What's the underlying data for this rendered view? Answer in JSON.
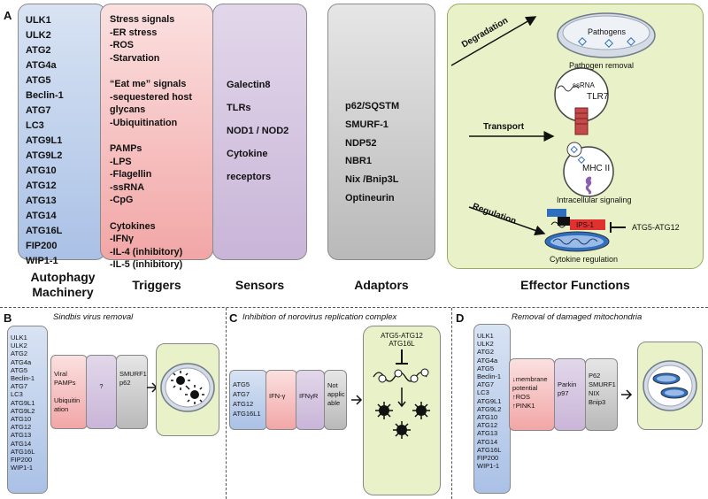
{
  "panels": {
    "A": {
      "letter": "A",
      "autophagy": {
        "items": [
          "ULK1",
          "ULK2",
          "ATG2",
          "ATG4a",
          "ATG5",
          "Beclin-1",
          "ATG7",
          "LC3",
          "ATG9L1",
          "ATG9L2",
          "ATG10",
          "ATG12",
          "ATG13",
          "ATG14",
          "ATG16L",
          "FIP200",
          "WIP1-1"
        ],
        "title_line1": "Autophagy",
        "title_line2": "Machinery"
      },
      "triggers": {
        "text": "Stress signals\n-ER stress\n-ROS\n-Starvation\n\n“Eat me” signals\n-sequestered host\nglycans\n-Ubiquitination\n\nPAMPs\n-LPS\n-Flagellin\n-ssRNA\n-CpG\n\nCytokines\n-IFNγ\n-IL-4 (inhibitory)\n-IL-5 (inhibitory)",
        "title": "Triggers"
      },
      "sensors": {
        "text": "Galectin8\n\nTLRs\n\nNOD1 / NOD2\n\nCytokine\n\nreceptors",
        "title": "Sensors"
      },
      "adaptors": {
        "text": "p62/SQSTM\n\nSMURF-1\n\nNDP52\n\nNBR1\n\nNix /Bnip3L\n\nOptineurin",
        "title": "Adaptors"
      },
      "effector": {
        "title": "Effector Functions",
        "degradation": "Degradation",
        "pathogens": "Pathogens",
        "pathogen_removal": "Pathogen removal",
        "ssrna": "ssRNA",
        "tlr7": "TLR7",
        "transport": "Transport",
        "mhc": "MHC II",
        "intracellular": "Intracellular signaling",
        "regulation": "Regulation",
        "ips": "IPS-1",
        "atg_inhib": "ATG5-ATG12",
        "cytokine_reg": "Cytokine regulation"
      }
    },
    "B": {
      "letter": "B",
      "subtitle": "Sindbis virus removal",
      "autophagy": "ULK1\nULK2\nATG2\nATG4a\nATG5\nBeclin-1\nATG7\nLC3\nATG9L1\nATG9L2\nATG10\nATG12\nATG13\nATG14\nATG16L\nFIP200\nWIP1-1",
      "trigger": "Viral\nPAMPs\n\nUbiquitin\nation",
      "sensor": "?",
      "adaptor": "SMURF1\np62"
    },
    "C": {
      "letter": "C",
      "subtitle": "Inhibition of norovirus replication complex",
      "autophagy": "ATG5\nATG7\nATG12\nATG16L1",
      "trigger": "IFN-γ",
      "sensor": "IFNγR",
      "adaptor": "Not\napplic\nable",
      "effector_label": "ATG5-ATG12\nATG16L"
    },
    "D": {
      "letter": "D",
      "subtitle": "Removal of damaged mitochondria",
      "autophagy": "ULK1\nULK2\nATG2\nATG4a\nATG5\nBeclin-1\nATG7\nLC3\nATG9L1\nATG9L2\nATG10\nATG12\nATG13\nATG14\nATG16L\nFIP200\nWIP1-1",
      "trigger": "↓membrane\npotential\n↑ROS\n↑PINK1",
      "sensor": "Parkin\np97",
      "adaptor": "P62\nSMURF1\nNIX\nBnip3"
    }
  },
  "colors": {
    "autophagy": "#aac1e6",
    "triggers": "#f2a6a6",
    "sensors": "#c9b5d8",
    "adaptors": "#b9b9b9",
    "effector": "#e9f1c8",
    "ips": "#e03030",
    "cap_blue": "#2f6fc0"
  }
}
